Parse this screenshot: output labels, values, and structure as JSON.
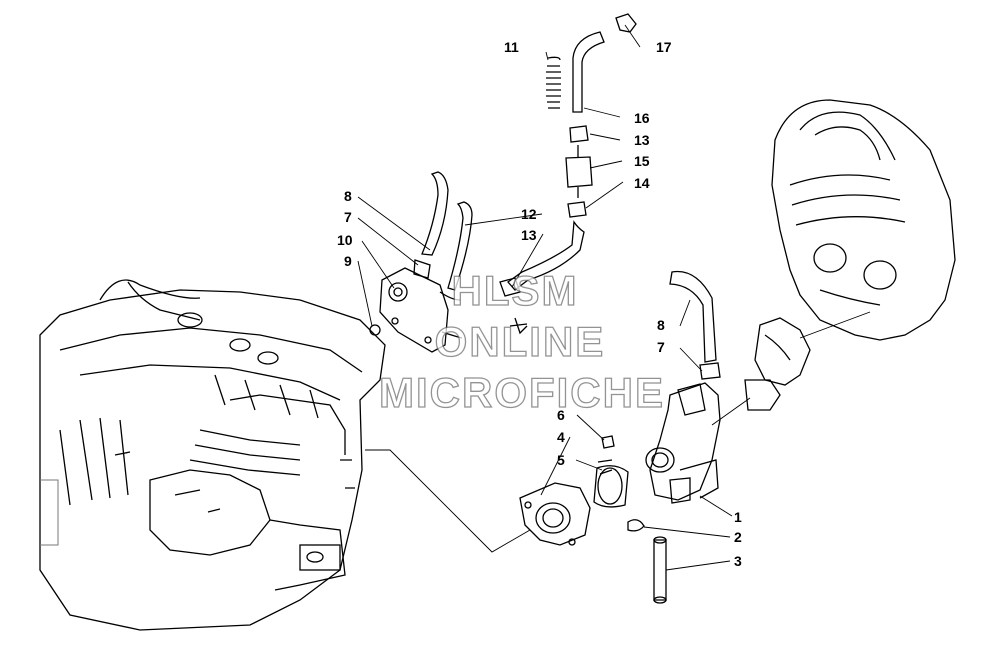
{
  "callouts": {
    "c1": "1",
    "c2": "2",
    "c3": "3",
    "c4": "4",
    "c5": "5",
    "c6": "6",
    "c7a": "7",
    "c7b": "7",
    "c8a": "8",
    "c8b": "8",
    "c9": "9",
    "c10": "10",
    "c11": "11",
    "c12": "12",
    "c13a": "13",
    "c13b": "13",
    "c14": "14",
    "c15": "15",
    "c16": "16",
    "c17": "17"
  },
  "watermark": {
    "line1": "HLSM",
    "line2": "ONLINE",
    "line3": "MICROFICHE"
  }
}
